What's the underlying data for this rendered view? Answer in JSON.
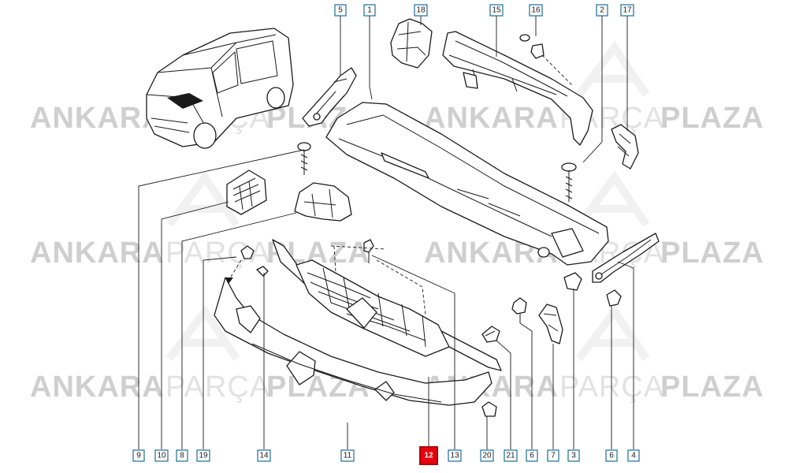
{
  "watermark": {
    "word_1": "ANKARA",
    "word_2": "PARÇA",
    "word_3": "PLAZA"
  },
  "callouts": {
    "top": [
      "5",
      "1",
      "18",
      "15",
      "16",
      "2",
      "17"
    ],
    "bottom": [
      "9",
      "10",
      "8",
      "19",
      "14",
      "11",
      "12",
      "13",
      "20",
      "21",
      "6",
      "7",
      "3",
      "6",
      "4"
    ],
    "highlighted": "12"
  },
  "colors": {
    "highlight": "#e8000d",
    "callout_border": "#1a6f9a",
    "watermark": "#cfcfcf"
  }
}
